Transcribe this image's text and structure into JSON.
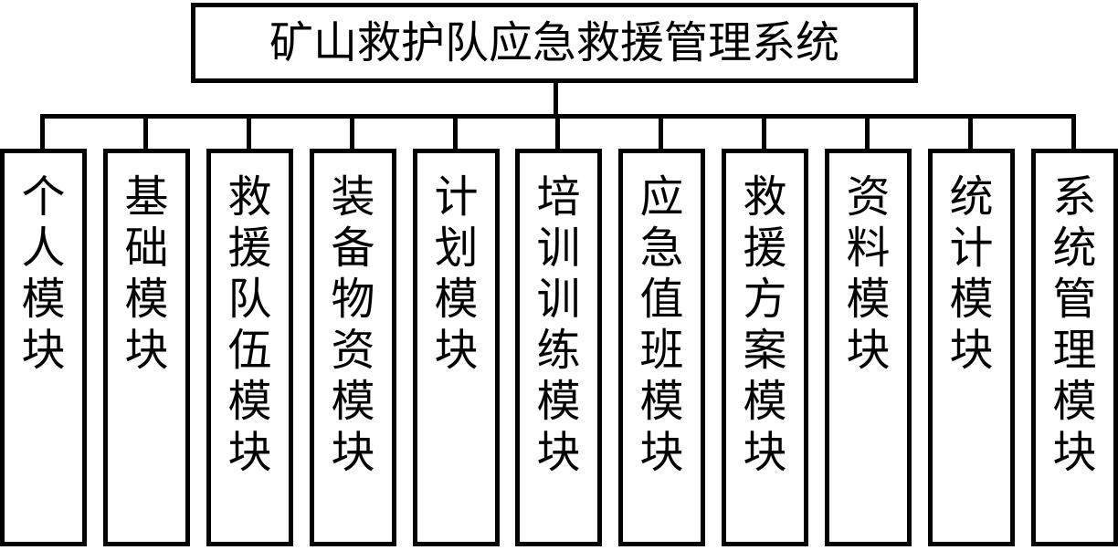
{
  "root": {
    "title": "矿山救护队应急救援管理系统"
  },
  "modules": [
    {
      "label": "个人模块"
    },
    {
      "label": "基础模块"
    },
    {
      "label": "救援队伍模块"
    },
    {
      "label": "装备物资模块"
    },
    {
      "label": "计划模块"
    },
    {
      "label": "培训训练模块"
    },
    {
      "label": "应急值班模块"
    },
    {
      "label": "救援方案模块"
    },
    {
      "label": "资料模块"
    },
    {
      "label": "统计模块"
    },
    {
      "label": "系统管理模块"
    }
  ]
}
